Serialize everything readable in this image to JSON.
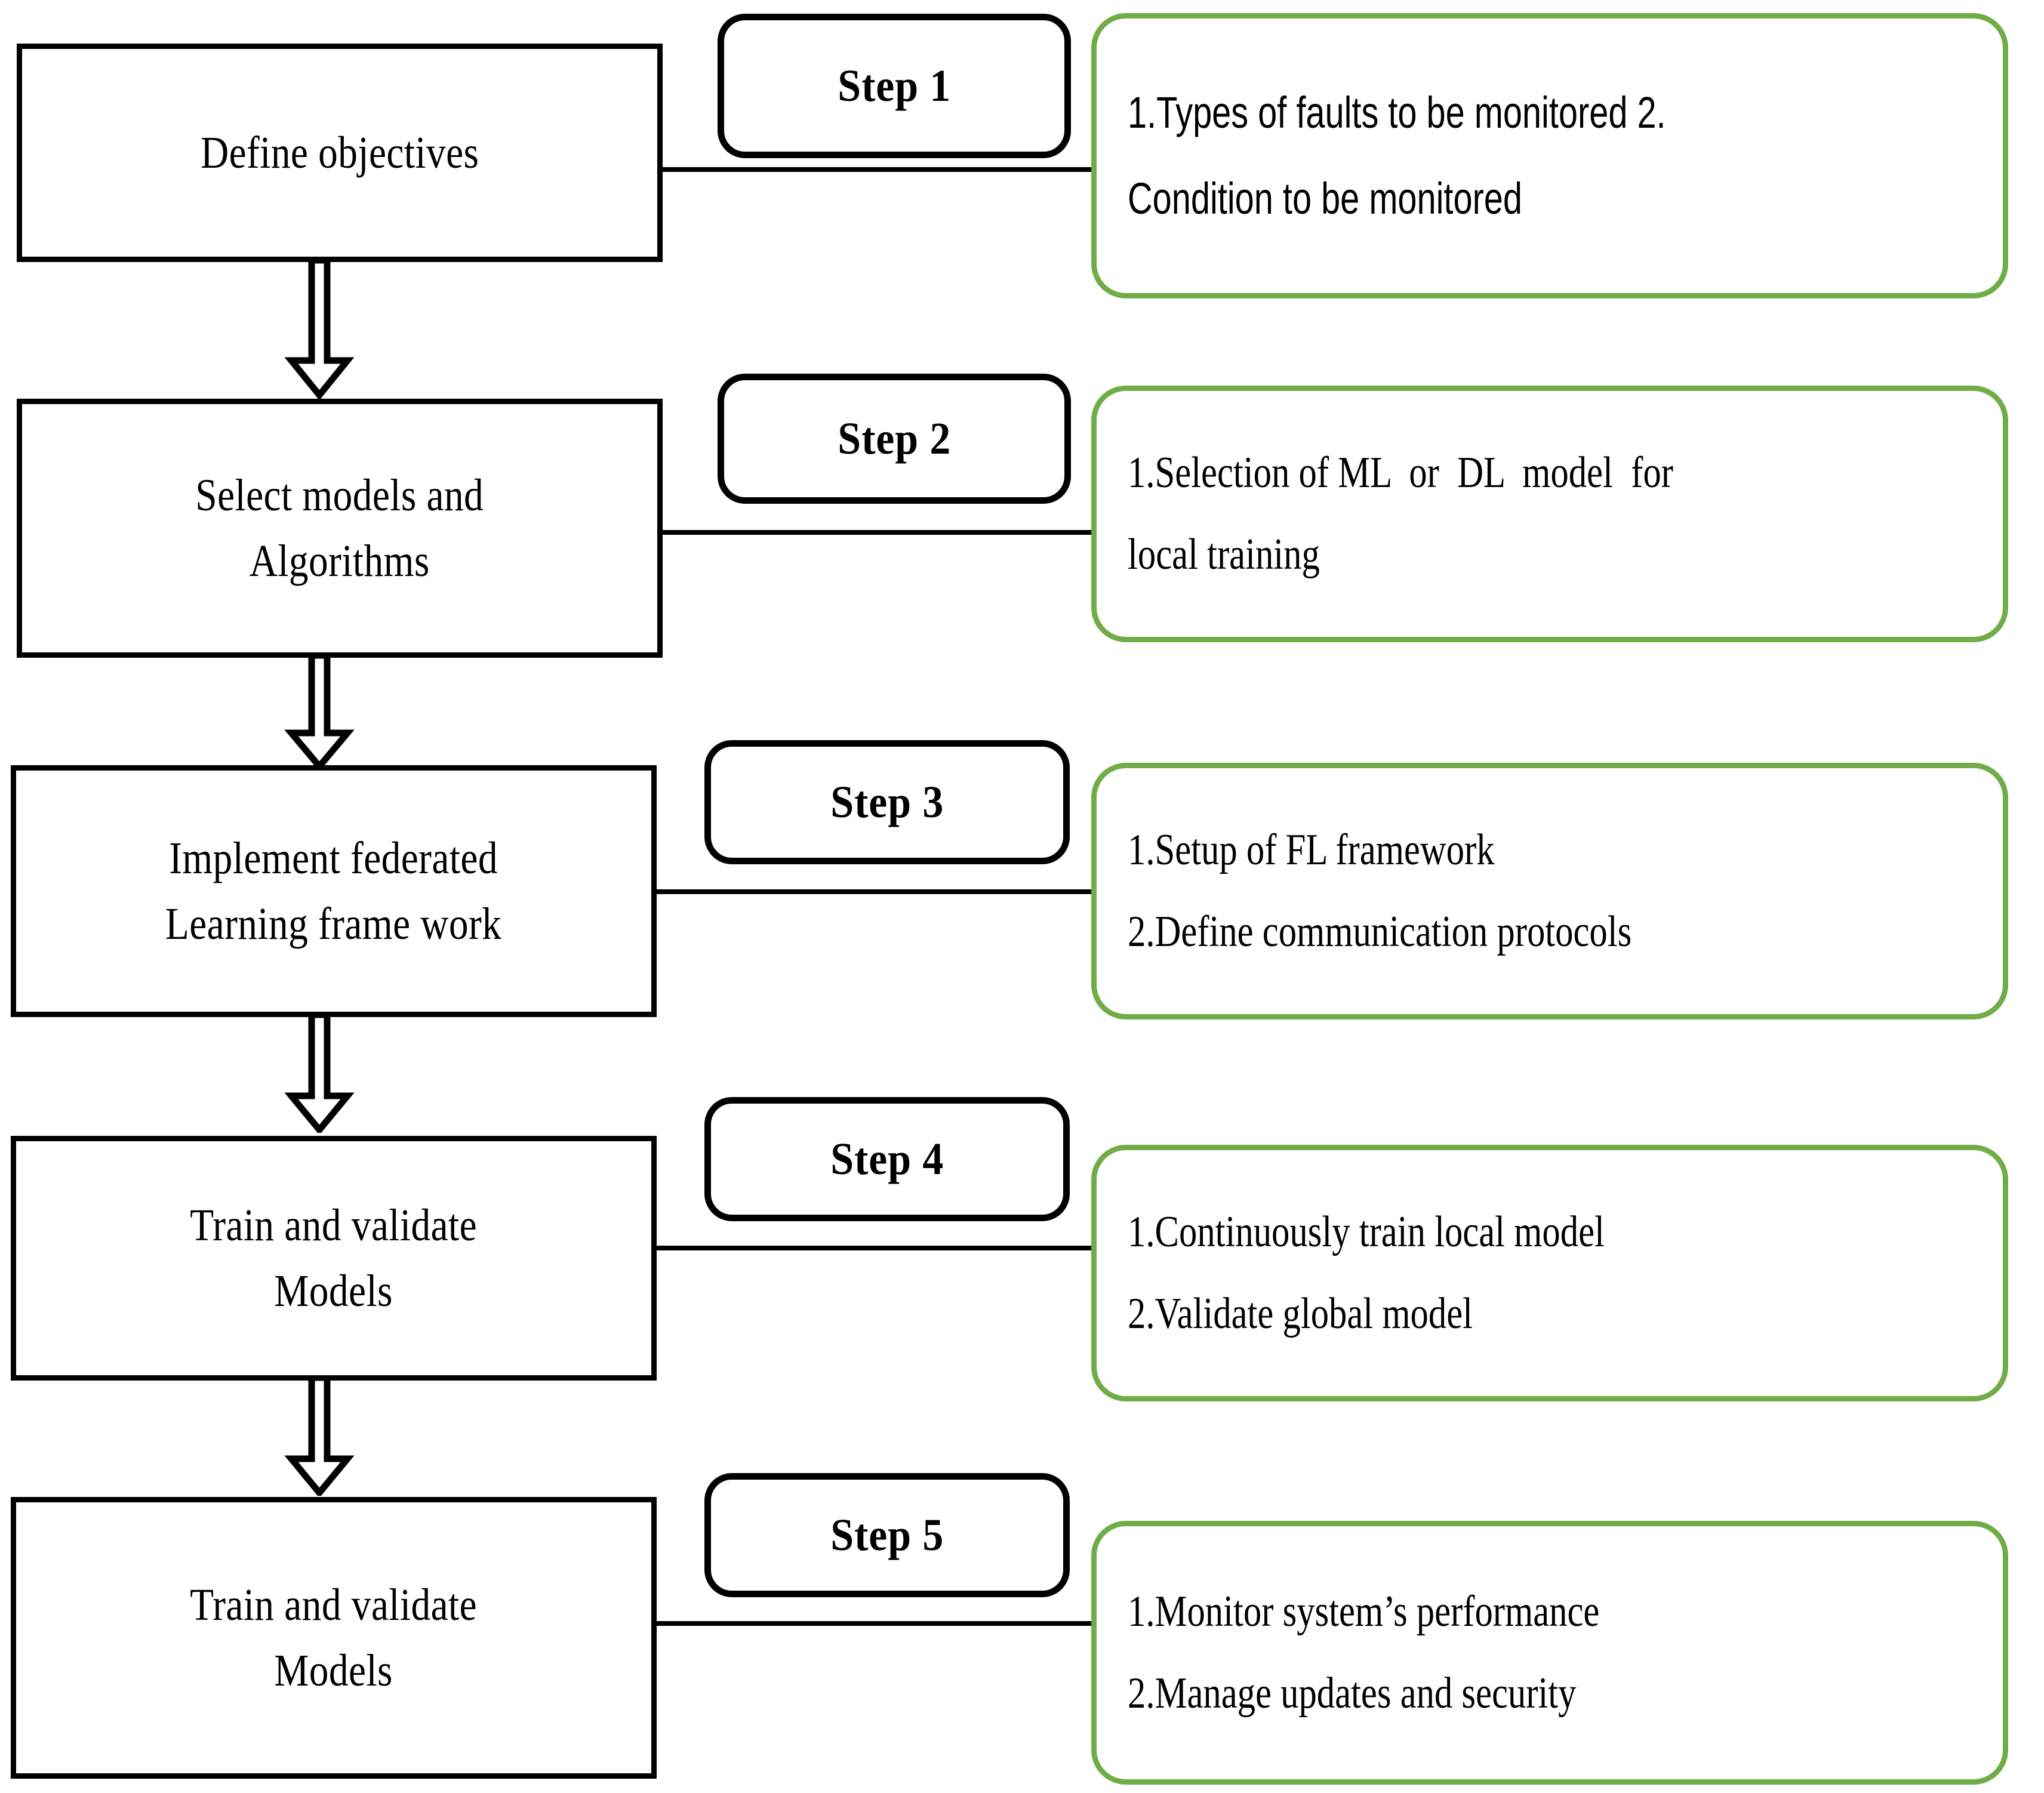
{
  "diagram": {
    "title": "Federated learning implementation steps flowchart",
    "accent_green": "#70AD47",
    "line_color": "#000000",
    "steps": [
      {
        "pill_label": "Step 1",
        "process_label": "Define objectives",
        "details": [
          "1.Types of faults to be monitored 2.",
          "Condition to be monitored"
        ]
      },
      {
        "pill_label": "Step 2",
        "process_label": "Select models and\nAlgorithms",
        "details": [
          "1.Selection of ML  or  DL  model  for",
          "local training"
        ]
      },
      {
        "pill_label": "Step 3",
        "process_label": "Implement federated\nLearning frame work",
        "details": [
          "1.Setup of FL framework",
          "2.Define communication protocols"
        ]
      },
      {
        "pill_label": "Step 4",
        "process_label": "Train and validate\nModels",
        "details": [
          "1.Continuously train local model",
          "2.Validate global model"
        ]
      },
      {
        "pill_label": "Step 5",
        "process_label": "Train and validate\nModels",
        "details": [
          "1.Monitor system’s performance",
          "2.Manage updates and security"
        ]
      }
    ]
  }
}
